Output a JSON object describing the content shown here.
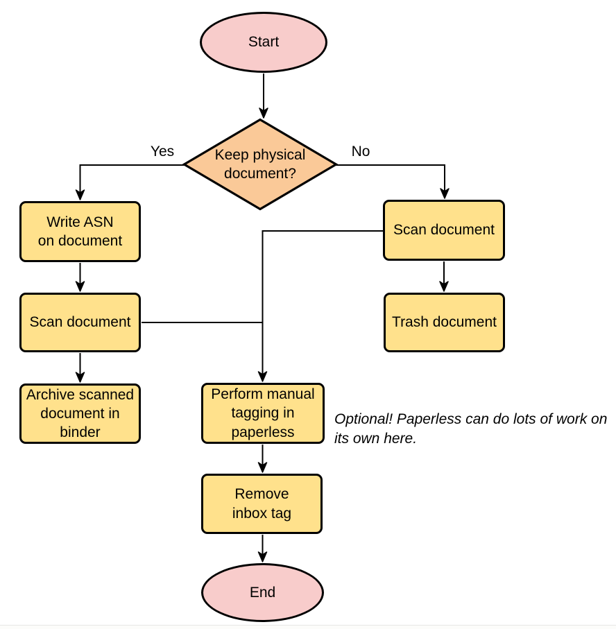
{
  "nodes": {
    "start": {
      "label": "Start",
      "shape": "ellipse"
    },
    "decision": {
      "label": "Keep physical\ndocument?",
      "shape": "diamond"
    },
    "write_asn": {
      "label": "Write ASN\non document",
      "shape": "rect"
    },
    "scan_keep": {
      "label": "Scan document",
      "shape": "rect"
    },
    "archive": {
      "label": "Archive scanned\ndocument in\nbinder",
      "shape": "rect"
    },
    "scan_trash": {
      "label": "Scan document",
      "shape": "rect"
    },
    "trash": {
      "label": "Trash document",
      "shape": "rect"
    },
    "tagging": {
      "label": "Perform manual\ntagging in\npaperless",
      "shape": "rect"
    },
    "remove_inbox": {
      "label": "Remove\ninbox tag",
      "shape": "rect"
    },
    "end": {
      "label": "End",
      "shape": "ellipse"
    }
  },
  "edge_labels": {
    "yes": "Yes",
    "no": "No"
  },
  "note": {
    "text": "Optional! Paperless can do lots of work on\nits own here."
  },
  "colors": {
    "terminal_fill": "#F8CCCB",
    "decision_fill": "#FAC998",
    "process_fill": "#FFE18C",
    "stroke": "#000000",
    "background": "#FFFFFF"
  }
}
